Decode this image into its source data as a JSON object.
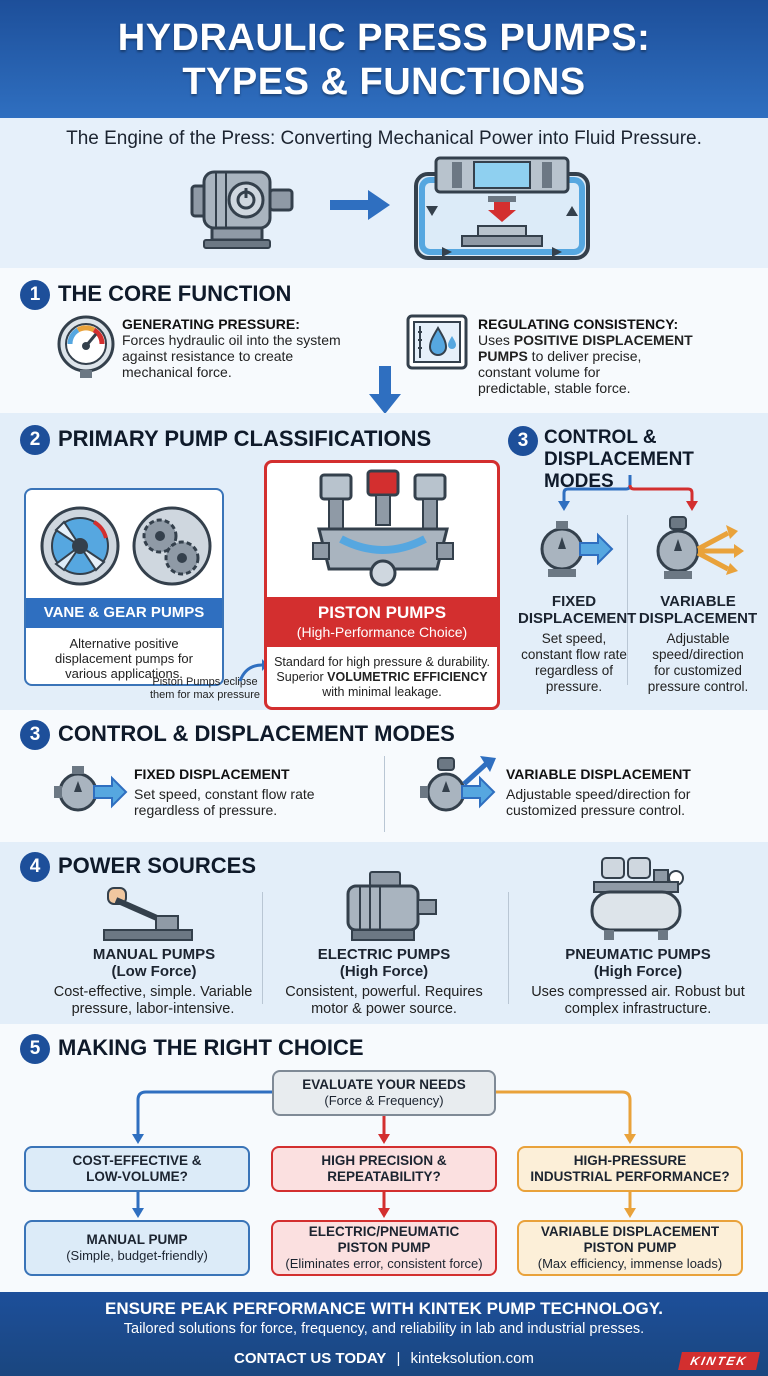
{
  "header": {
    "title_line1": "HYDRAULIC PRESS PUMPS:",
    "title_line2": "TYPES & FUNCTIONS"
  },
  "intro": {
    "tagline": "The Engine of the Press: Converting Mechanical Power into Fluid Pressure."
  },
  "s1": {
    "num": "1",
    "title": "THE CORE FUNCTION",
    "left_head": "GENERATING PRESSURE:",
    "left_body": [
      "Forces hydraulic oil into the system",
      "against resistance to create",
      "mechanical force."
    ],
    "right_head": "REGULATING CONSISTENCY:",
    "right_pre": "Uses ",
    "right_bold1": "POSITIVE DISPLACEMENT",
    "right_bold2": "PUMPS",
    "right_post": " to deliver precise,",
    "right_body": [
      "constant volume for",
      "predictable, stable force."
    ]
  },
  "s2": {
    "num": "2",
    "title": "PRIMARY PUMP CLASSIFICATIONS",
    "vane_title": "VANE & GEAR PUMPS",
    "vane_body": [
      "Alternative positive",
      "displacement pumps for",
      "various applications."
    ],
    "note": [
      "Piston Pumps eclipse",
      "them for max pressure"
    ],
    "piston_title": "PISTON PUMPS",
    "piston_sub": "(High-Performance Choice)",
    "piston_line1": "Standard for high pressure & durability.",
    "piston_line2_pre": "Superior ",
    "piston_line2_bold": "VOLUMETRIC EFFICIENCY",
    "piston_line3": "with minimal leakage."
  },
  "s3a": {
    "num": "3",
    "title_line1": "CONTROL &",
    "title_line2": "DISPLACEMENT MODES",
    "fixed_title": [
      "FIXED",
      "DISPLACEMENT"
    ],
    "fixed_body": [
      "Set speed,",
      "constant flow rate",
      "regardless of",
      "pressure."
    ],
    "var_title": [
      "VARIABLE",
      "DISPLACEMENT"
    ],
    "var_body": [
      "Adjustable",
      "speed/direction",
      "for customized",
      "pressure control."
    ]
  },
  "s3b": {
    "num": "3",
    "title": "CONTROL & DISPLACEMENT MODES",
    "fixed_title": "FIXED DISPLACEMENT",
    "fixed_body": [
      "Set speed, constant flow rate",
      "regardless of pressure."
    ],
    "var_title": "VARIABLE DISPLACEMENT",
    "var_body": [
      "Adjustable speed/direction for",
      "customized pressure control."
    ]
  },
  "s4": {
    "num": "4",
    "title": "POWER SOURCES",
    "manual_title": "MANUAL PUMPS",
    "manual_sub": "(Low Force)",
    "manual_body": [
      "Cost-effective, simple. Variable",
      "pressure, labor-intensive."
    ],
    "electric_title": "ELECTRIC PUMPS",
    "electric_sub": "(High Force)",
    "electric_body": [
      "Consistent, powerful. Requires",
      "motor & power source."
    ],
    "pneu_title": "PNEUMATIC PUMPS",
    "pneu_sub": "(High Force)",
    "pneu_body": [
      "Uses compressed air. Robust but",
      "complex infrastructure."
    ]
  },
  "s5": {
    "num": "5",
    "title": "MAKING THE RIGHT CHOICE",
    "root": "EVALUATE YOUR NEEDS",
    "root_sub": "(Force & Frequency)",
    "q1": [
      "COST-EFFECTIVE &",
      "LOW-VOLUME?"
    ],
    "q2": [
      "HIGH PRECISION &",
      "REPEATABILITY?"
    ],
    "q3": [
      "HIGH-PRESSURE",
      "INDUSTRIAL PERFORMANCE?"
    ],
    "a1": "MANUAL PUMP",
    "a1_sub": "(Simple, budget-friendly)",
    "a2": [
      "ELECTRIC/PNEUMATIC",
      "PISTON PUMP"
    ],
    "a2_sub": "(Eliminates error, consistent force)",
    "a3": [
      "VARIABLE DISPLACEMENT",
      "PISTON PUMP"
    ],
    "a3_sub": "(Max efficiency, immense loads)"
  },
  "footer": {
    "headline": "ENSURE PEAK PERFORMANCE WITH KINTEK PUMP TECHNOLOGY.",
    "body": "Tailored solutions for force, frequency, and reliability in lab and industrial presses.",
    "cta": "CONTACT US TODAY",
    "sep": "|",
    "url": "kinteksolution.com",
    "logo": "KINTEK"
  },
  "colors": {
    "blue": "#1d4f9a",
    "red": "#d32f2f",
    "orange": "#e9a23b",
    "light_blue": "#dcebf8"
  }
}
